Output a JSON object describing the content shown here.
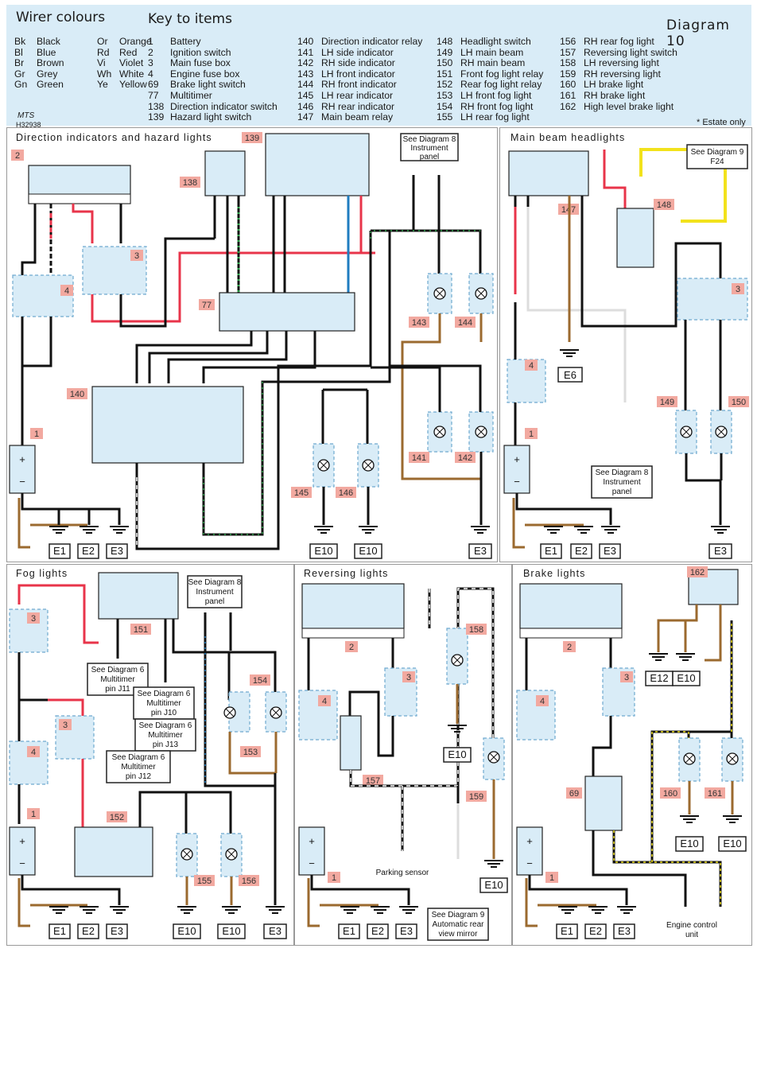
{
  "header": {
    "wire_title": "Wirer colours",
    "key_title": "Key to items",
    "diagram_label": "Diagram  10",
    "mts": "MTS",
    "code": "H32938",
    "estate_note": "*   Estate only",
    "colours": [
      {
        "code": "Bk",
        "name": "Black",
        "code2": "Or",
        "name2": "Orange"
      },
      {
        "code": "Bl",
        "name": "Blue",
        "code2": "Rd",
        "name2": "Red"
      },
      {
        "code": "Br",
        "name": "Brown",
        "code2": "Vi",
        "name2": "Violet"
      },
      {
        "code": "Gr",
        "name": "Grey",
        "code2": "Wh",
        "name2": "White"
      },
      {
        "code": "Gn",
        "name": "Green",
        "code2": "Ye",
        "name2": "Yellow"
      }
    ],
    "key_col1": [
      {
        "n": "1",
        "t": "Battery"
      },
      {
        "n": "2",
        "t": "Ignition switch"
      },
      {
        "n": "3",
        "t": "Main fuse box"
      },
      {
        "n": "4",
        "t": "Engine fuse box"
      },
      {
        "n": "69",
        "t": "Brake light switch"
      },
      {
        "n": "77",
        "t": "Multitimer"
      },
      {
        "n": "138",
        "t": "Direction indicator switch"
      },
      {
        "n": "139",
        "t": "Hazard light switch"
      }
    ],
    "key_col2": [
      {
        "n": "140",
        "t": "Direction indicator relay"
      },
      {
        "n": "141",
        "t": "LH side indicator"
      },
      {
        "n": "142",
        "t": "RH side indicator"
      },
      {
        "n": "143",
        "t": "LH front indicator"
      },
      {
        "n": "144",
        "t": "RH front indicator"
      },
      {
        "n": "145",
        "t": "LH rear indicator"
      },
      {
        "n": "146",
        "t": "RH rear indicator"
      },
      {
        "n": "147",
        "t": "Main beam relay"
      }
    ],
    "key_col3": [
      {
        "n": "148",
        "t": "Headlight switch"
      },
      {
        "n": "149",
        "t": "LH main beam"
      },
      {
        "n": "150",
        "t": "RH main beam"
      },
      {
        "n": "151",
        "t": "Front fog light relay"
      },
      {
        "n": "152",
        "t": "Rear fog light relay"
      },
      {
        "n": "153",
        "t": "LH front fog light"
      },
      {
        "n": "154",
        "t": "RH front fog light"
      },
      {
        "n": "155",
        "t": "LH rear fog light"
      }
    ],
    "key_col4": [
      {
        "n": "156",
        "t": "RH rear fog light"
      },
      {
        "n": "157",
        "t": "Reversing light switch"
      },
      {
        "n": "158",
        "t": "LH reversing light"
      },
      {
        "n": "159",
        "t": "RH reversing light"
      },
      {
        "n": "160",
        "t": "LH brake light"
      },
      {
        "n": "161",
        "t": "RH brake light"
      },
      {
        "n": "162",
        "t": "High level brake light"
      }
    ]
  },
  "panels": {
    "direction": "Direction  indicators  and  hazard  lights",
    "mainbeam": "Main  beam  headlights",
    "fog": "Fog  lights",
    "reversing": "Reversing  lights",
    "brake": "Brake  lights"
  },
  "notes": {
    "d8_instrument": [
      "See Diagram 8",
      "Instrument",
      "panel"
    ],
    "d9_f24": [
      "See Diagram 9",
      "F24"
    ],
    "d8_instrument_mb": [
      "See Diagram 8",
      "Instrument",
      "panel"
    ],
    "fog_d8": [
      "See Diagram 8",
      "Instrument",
      "panel"
    ],
    "fog_j11": [
      "See Diagram 6",
      "Multitimer",
      "pin J11"
    ],
    "fog_j10": [
      "See Diagram 6",
      "Multitimer",
      "pin J10"
    ],
    "fog_j13": [
      "See Diagram 6",
      "Multitimer",
      "pin J13"
    ],
    "fog_j12": [
      "See Diagram 6",
      "Multitimer",
      "pin J12"
    ],
    "rev_d9": [
      "See Diagram 9",
      "Automatic rear",
      "view mirror"
    ],
    "parking_sensor": "Parking sensor",
    "engine_control": [
      "Engine control",
      "unit"
    ]
  },
  "colors": {
    "red": "#e8344a",
    "blue": "#1f7cc0",
    "yellow": "#f2e21c",
    "brown": "#9b6a2f",
    "green": "#2fa24a",
    "black": "#1a1a1a",
    "ref": "#f2a9a0",
    "panel": "#d9ecf7"
  }
}
